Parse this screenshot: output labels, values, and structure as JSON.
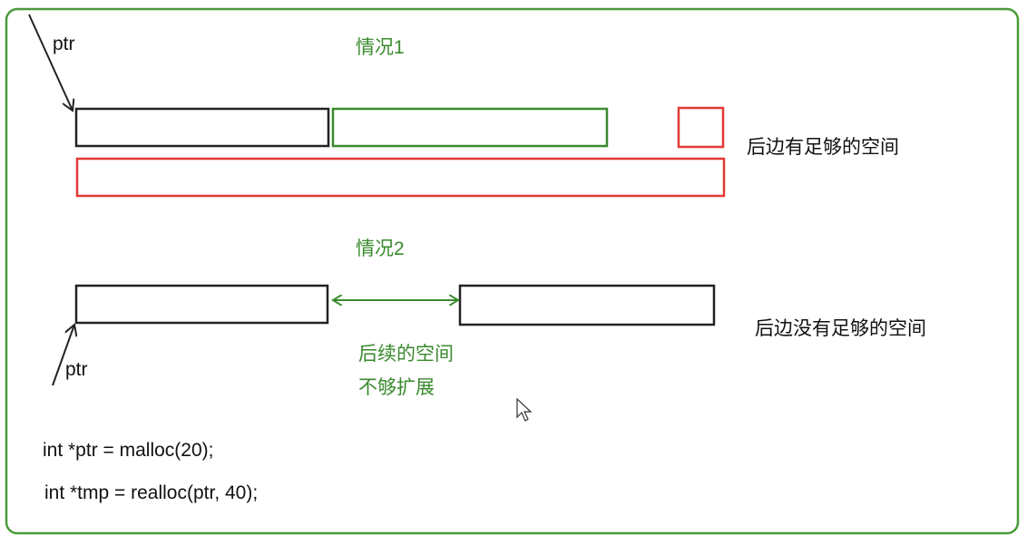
{
  "case1": {
    "title": "情况1",
    "pointer_label": "ptr",
    "note": "后边有足够的空间"
  },
  "case2": {
    "title": "情况2",
    "pointer_label": "ptr",
    "note": "后边没有足够的空间",
    "gap_note_line1": "后续的空间",
    "gap_note_line2": "不够扩展"
  },
  "code": {
    "line1": "int *ptr = malloc(20);",
    "line2": "int *tmp = realloc(ptr, 40);"
  },
  "colors": {
    "frame": "#4a9a3a",
    "green": "#3a8a2e",
    "red": "#e53935",
    "black": "#222222"
  }
}
